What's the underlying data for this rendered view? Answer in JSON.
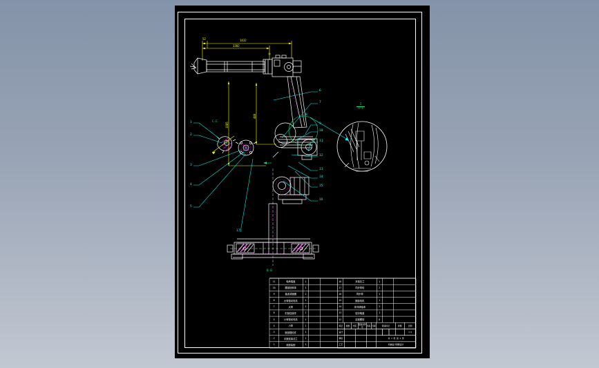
{
  "drawing": {
    "dimensions": {
      "top_outer": "1432",
      "top_inner": "1302",
      "top_small": "52",
      "height_left": "1085",
      "height_mid": "440"
    },
    "view_labels": {
      "part_a_ref": "C-E",
      "part_b_ref": "M",
      "detail_name": "I",
      "detail_scale": "5:1",
      "section_bottom": "B-B"
    },
    "callouts": {
      "left": [
        "1",
        "2",
        "3",
        "4",
        "5"
      ],
      "right": [
        "6",
        "7",
        "9",
        "10",
        "11",
        "12",
        "13",
        "14",
        "15",
        "16"
      ],
      "detail": "8",
      "base": "17"
    }
  },
  "bom_left": {
    "rows": [
      [
        "11",
        "轴承端盖",
        "1",
        "",
        ""
      ],
      [
        "10",
        "腰部回转体",
        "1",
        "",
        ""
      ],
      [
        "9",
        "谐波减速器",
        "2",
        "",
        ""
      ],
      [
        "8",
        "大臂驱动电机",
        "1",
        "",
        ""
      ],
      [
        "7",
        "大臂",
        "1",
        "",
        ""
      ],
      [
        "6",
        "肘部连接件",
        "1",
        "",
        ""
      ],
      [
        "5",
        "小臂驱动电机",
        "1",
        "",
        ""
      ],
      [
        "4",
        "小臂",
        "1",
        "",
        ""
      ],
      [
        "3",
        "腕部摆动件",
        "1",
        "",
        ""
      ],
      [
        "2",
        "手腕连接法兰",
        "1",
        "",
        ""
      ],
      [
        "1",
        "底座装配",
        "1",
        "",
        ""
      ]
    ]
  },
  "bom_right": {
    "rows": [
      [
        "18",
        "末端法兰",
        "1",
        "",
        ""
      ],
      [
        "17",
        "同步带轮",
        "2",
        "",
        ""
      ],
      [
        "16",
        "同步带",
        "1",
        "",
        ""
      ],
      [
        "15",
        "腕部电机",
        "1",
        "",
        ""
      ],
      [
        "14",
        "深沟球轴承",
        "2",
        "",
        ""
      ],
      [
        "13",
        "密封端盖",
        "1",
        "",
        ""
      ],
      [
        "12",
        "连接螺栓",
        "8",
        "",
        ""
      ]
    ]
  },
  "title_block": {
    "mark": "标记",
    "count": "处数",
    "zone": "分区",
    "doc": "更改文件号",
    "sign": "签名",
    "date": "日期",
    "stage": "阶段标记",
    "weight": "质量",
    "scale": "比例",
    "scale_value": "1:5",
    "design": "设计",
    "check": "审核",
    "process": "工艺",
    "sheets": "共 1 张 第 1 张",
    "org": "机械设计课程设计"
  }
}
